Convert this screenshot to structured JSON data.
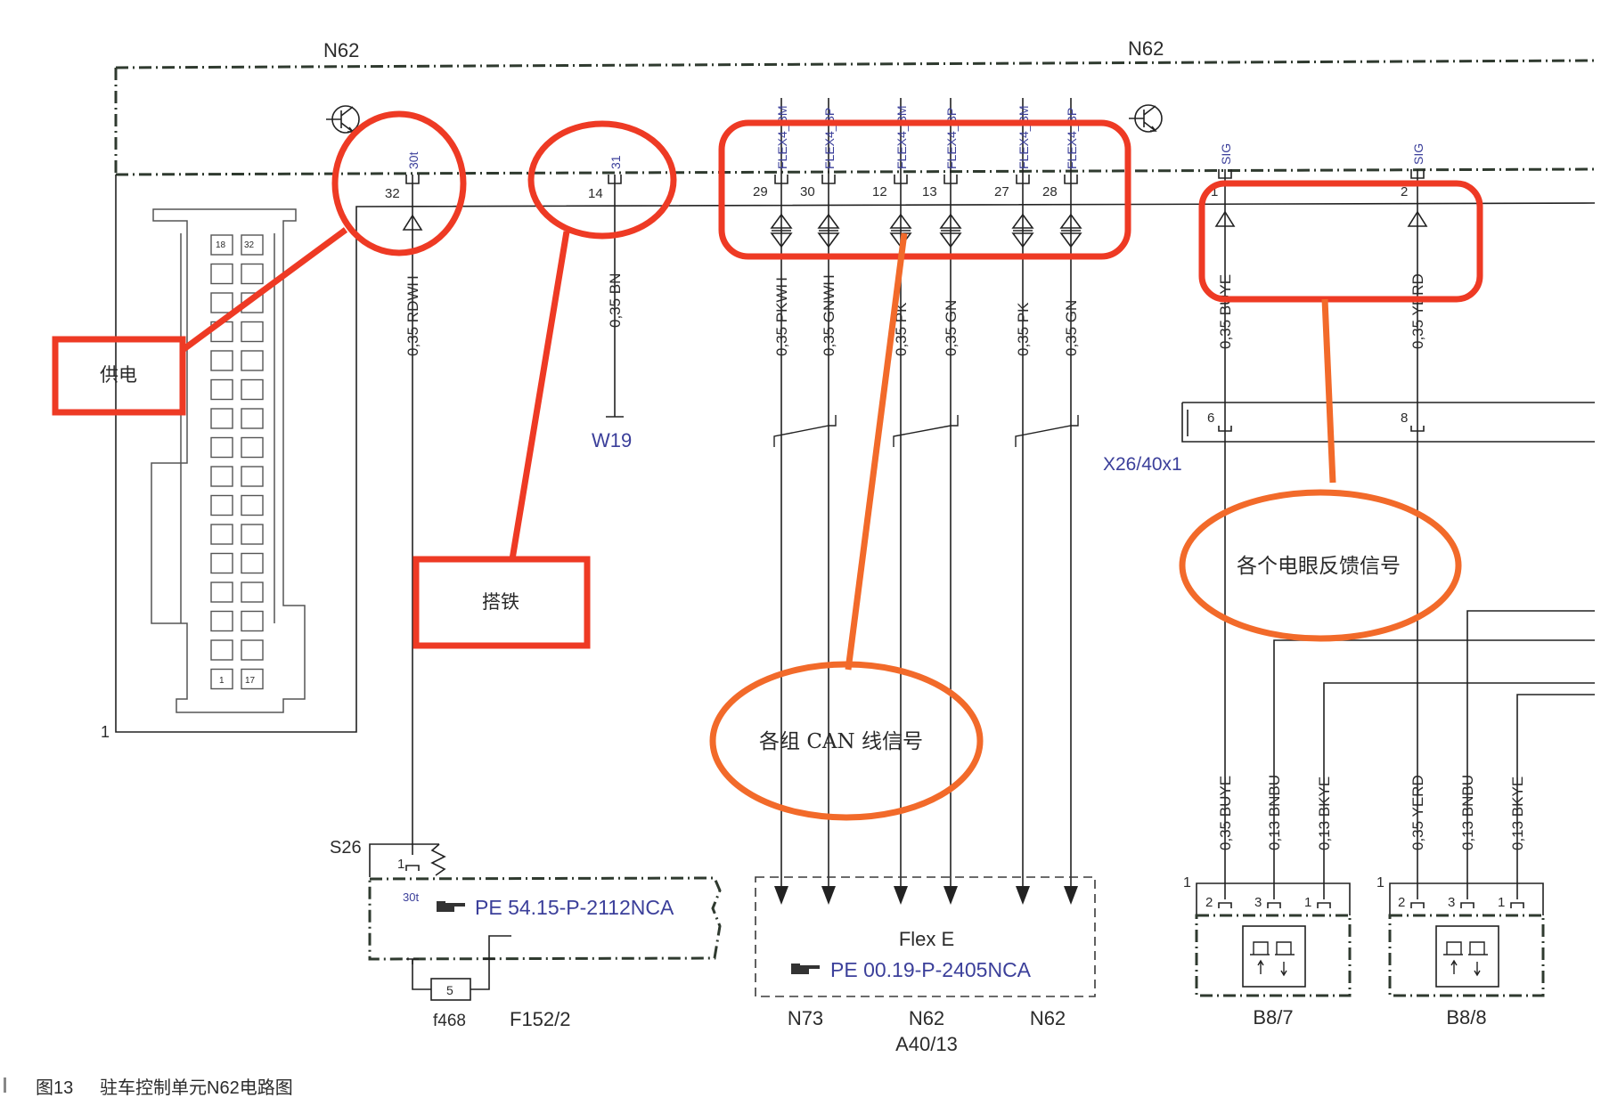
{
  "diagram": {
    "module_labels": [
      "N62",
      "N62"
    ],
    "caption": {
      "figure_number": "图13",
      "title": "驻车控制单元N62电路图"
    },
    "connector": {
      "pin_labels": [
        "18",
        "32",
        "1",
        "17"
      ],
      "corner_pin": "1"
    },
    "power_pin": {
      "pin": "32",
      "signal": "30t",
      "wire": "0,35 RDWH"
    },
    "ground_pin": {
      "pin": "14",
      "signal": "31",
      "wire": "0,35 BN",
      "ground_point": "W19"
    },
    "can_pins": [
      {
        "pin": "29",
        "signal": "FLEX4_BM",
        "wire": "0,35 PKWH"
      },
      {
        "pin": "30",
        "signal": "FLEX4_BP",
        "wire": "0,35 GNWH"
      },
      {
        "pin": "12",
        "signal": "FLEX4_BM",
        "wire": "0,35 PK"
      },
      {
        "pin": "13",
        "signal": "FLEX4_BP",
        "wire": "0,35 GN"
      },
      {
        "pin": "27",
        "signal": "FLEX4_BM",
        "wire": "0,35 PK"
      },
      {
        "pin": "28",
        "signal": "FLEX4_BP",
        "wire": "0,35 GN"
      }
    ],
    "sig_pins": [
      {
        "pin": "1",
        "signal": "SIG",
        "wire": "0,35 BUYE"
      },
      {
        "pin": "2",
        "signal": "SIG",
        "wire": "0,35 YERD"
      }
    ],
    "x26": {
      "label": "X26/40x1",
      "pins": [
        "6",
        "8"
      ]
    },
    "s26": {
      "label": "S26",
      "pin": "1",
      "signal": "30t",
      "reference": "PE 54.15-P-2112NCA",
      "fuse_value": "5",
      "fuse_label": "f468",
      "fuse_box": "F152/2"
    },
    "flex_e": {
      "title": "Flex E",
      "reference": "PE 00.19-P-2405NCA",
      "destinations": [
        "N73",
        "N62",
        "N62"
      ],
      "sub_destination": "A40/13"
    },
    "sensors": [
      {
        "label": "B8/7",
        "connector_pin": "1",
        "pins": [
          "2",
          "3",
          "1"
        ],
        "wires": [
          "0,35 BUYE",
          "0,13 BNBU",
          "0,13 BKYE"
        ]
      },
      {
        "label": "B8/8",
        "connector_pin": "1",
        "pins": [
          "2",
          "3",
          "1"
        ],
        "wires": [
          "0,35 YERD",
          "0,13 BNBU",
          "0,13 BKYE"
        ]
      }
    ],
    "annotations": {
      "power": "供电",
      "ground": "搭铁",
      "can": "各组 CAN 线信号",
      "feedback": "各个电眼反馈信号"
    },
    "colors": {
      "annotation_red": "#ee3a24",
      "annotation_orange": "#f26a2a",
      "reference_blue": "#3b3f9a"
    }
  }
}
